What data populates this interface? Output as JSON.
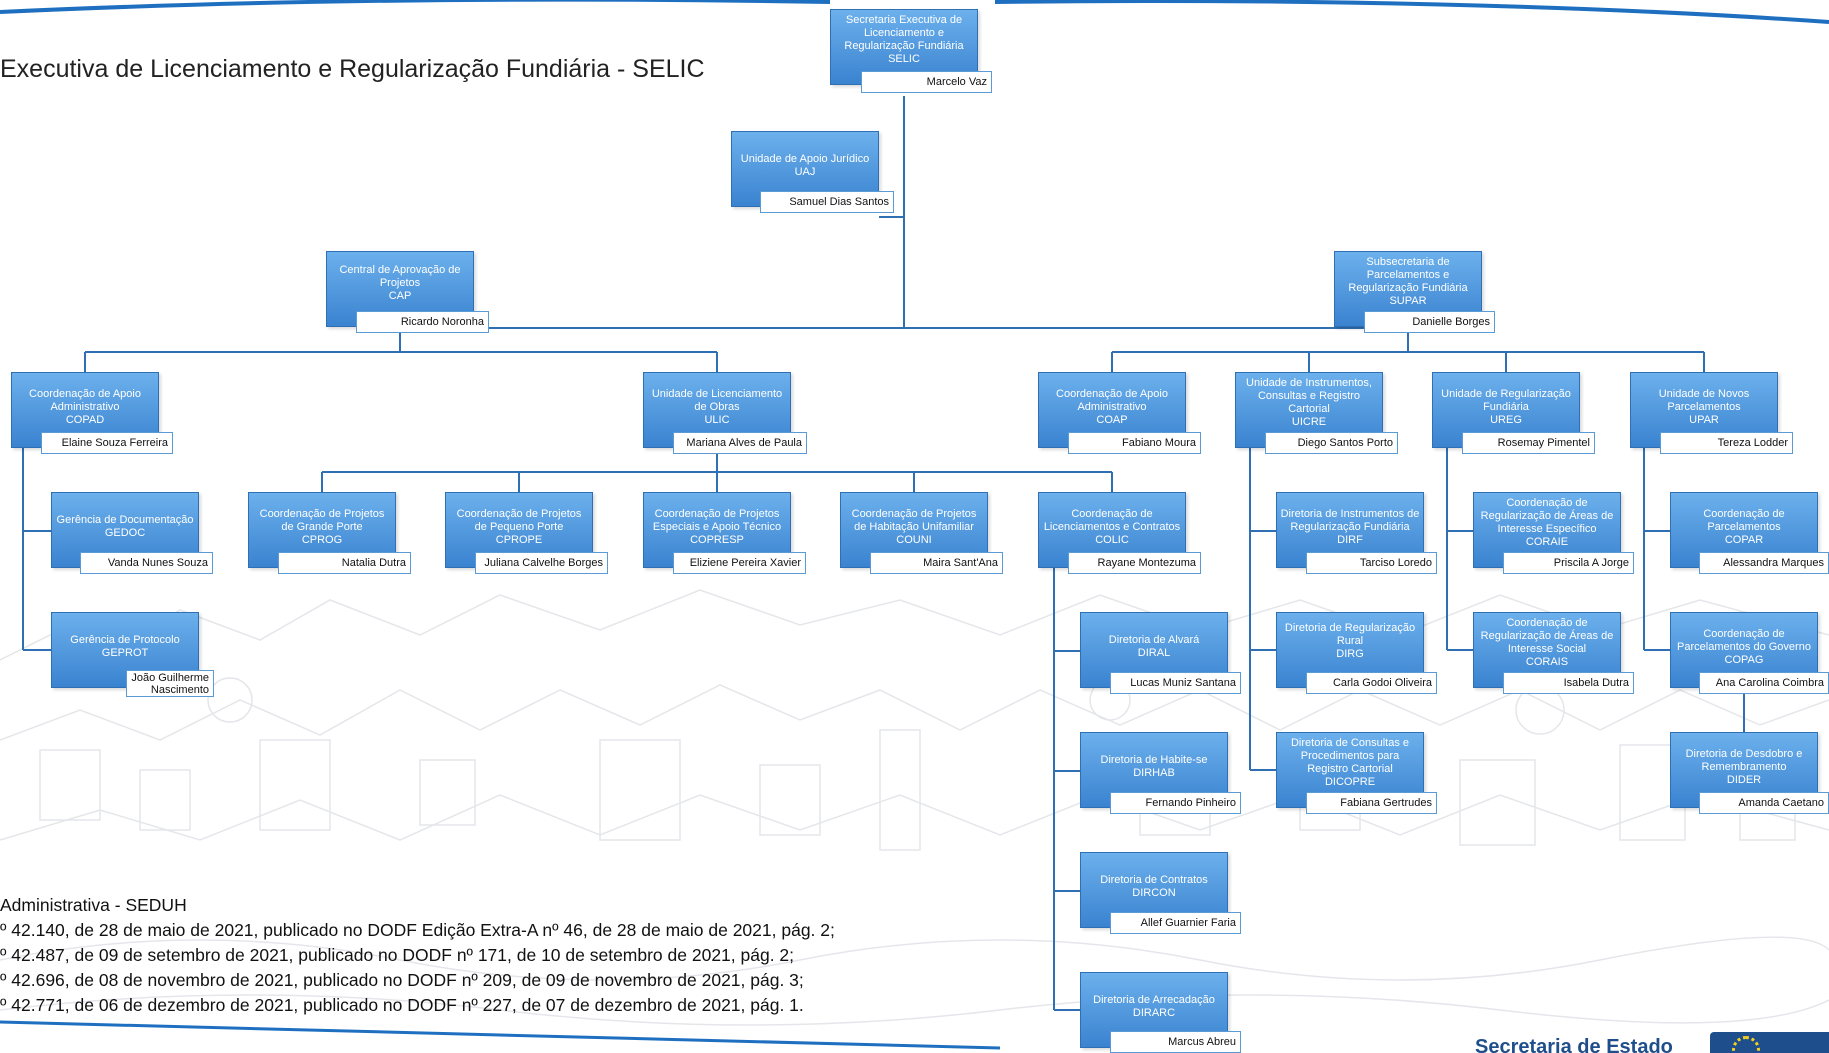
{
  "page_title": "Executiva de Licenciamento e Regularização Fundiária - SELIC",
  "boxes": [
    {
      "id": "selic",
      "name": "Secretaria Executiva de Licenciamento e Regularização Fundiária",
      "abbr": "SELIC",
      "person": "Marcelo Vaz"
    },
    {
      "id": "uaj",
      "name": "Unidade de Apoio Jurídico",
      "abbr": "UAJ",
      "person": "Samuel Dias Santos"
    },
    {
      "id": "cap",
      "name": "Central de Aprovação de Projetos",
      "abbr": "CAP",
      "person": "Ricardo Noronha"
    },
    {
      "id": "supar",
      "name": "Subsecretaria de Parcelamentos e Regularização Fundiária",
      "abbr": "SUPAR",
      "person": "Danielle Borges"
    },
    {
      "id": "copad",
      "name": "Coordenação de Apoio Administrativo",
      "abbr": "COPAD",
      "person": "Elaine Souza Ferreira"
    },
    {
      "id": "ulic",
      "name": "Unidade de Licenciamento de Obras",
      "abbr": "ULIC",
      "person": "Mariana Alves de Paula"
    },
    {
      "id": "coap",
      "name": "Coordenação de Apoio Administrativo",
      "abbr": "COAP",
      "person": "Fabiano Moura"
    },
    {
      "id": "uicre",
      "name": "Unidade de Instrumentos, Consultas e Registro Cartorial",
      "abbr": "UICRE",
      "person": "Diego Santos Porto"
    },
    {
      "id": "ureg",
      "name": "Unidade de Regularização Fundiária",
      "abbr": "UREG",
      "person": "Rosemay Pimentel"
    },
    {
      "id": "upar",
      "name": "Unidade de Novos Parcelamentos",
      "abbr": "UPAR",
      "person": "Tereza Lodder"
    },
    {
      "id": "gedoc",
      "name": "Gerência de Documentação",
      "abbr": "GEDOC",
      "person": "Vanda Nunes Souza"
    },
    {
      "id": "geprot",
      "name": "Gerência de Protocolo",
      "abbr": "GEPROT",
      "person": "João Guilherme Nascimento"
    },
    {
      "id": "cprog",
      "name": "Coordenação de Projetos de Grande Porte",
      "abbr": "CPROG",
      "person": "Natalia Dutra"
    },
    {
      "id": "cprope",
      "name": "Coordenação de Projetos de Pequeno Porte",
      "abbr": "CPROPE",
      "person": "Juliana Calvelhe Borges"
    },
    {
      "id": "copresp",
      "name": "Coordenação de Projetos Especiais e Apoio Técnico",
      "abbr": "COPRESP",
      "person": "Eliziene Pereira Xavier"
    },
    {
      "id": "couni",
      "name": "Coordenação de Projetos de Habitação Unifamiliar",
      "abbr": "COUNI",
      "person": "Maira Sant'Ana"
    },
    {
      "id": "colic",
      "name": "Coordenação de Licenciamentos e Contratos",
      "abbr": "COLIC",
      "person": "Rayane Montezuma"
    },
    {
      "id": "diral",
      "name": "Diretoria de Alvará",
      "abbr": "DIRAL",
      "person": "Lucas Muniz Santana"
    },
    {
      "id": "dirhab",
      "name": "Diretoria de Habite-se",
      "abbr": "DIRHAB",
      "person": "Fernando Pinheiro"
    },
    {
      "id": "dircon",
      "name": "Diretoria de Contratos",
      "abbr": "DIRCON",
      "person": "Allef Guarnier Faria"
    },
    {
      "id": "dirarc",
      "name": "Diretoria de Arrecadação",
      "abbr": "DIRARC",
      "person": "Marcus Abreu"
    },
    {
      "id": "dirf",
      "name": "Diretoria de Instrumentos de Regularização Fundiária",
      "abbr": "DIRF",
      "person": "Tarciso Loredo"
    },
    {
      "id": "dirg",
      "name": "Diretoria de Regularização Rural",
      "abbr": "DIRG",
      "person": "Carla Godoi Oliveira"
    },
    {
      "id": "dicopre",
      "name": "Diretoria de Consultas e Procedimentos para Registro Cartorial",
      "abbr": "DICOPRE",
      "person": "Fabiana Gertrudes"
    },
    {
      "id": "coraie",
      "name": "Coordenação de Regularização de Áreas de Interesse Específico",
      "abbr": "CORAIE",
      "person": "Priscila A Jorge"
    },
    {
      "id": "corais",
      "name": "Coordenação de Regularização de Áreas de Interesse Social",
      "abbr": "CORAIS",
      "person": "Isabela Dutra"
    },
    {
      "id": "copar",
      "name": "Coordenação de Parcelamentos",
      "abbr": "COPAR",
      "person": "Alessandra Marques"
    },
    {
      "id": "copag",
      "name": "Coordenação de Parcelamentos do Governo",
      "abbr": "COPAG",
      "person": "Ana Carolina Coimbra"
    },
    {
      "id": "dider",
      "name": "Diretoria de Desdobro e Remembramento",
      "abbr": "DIDER",
      "person": "Amanda Caetano"
    }
  ],
  "notes": [
    "Administrativa - SEDUH",
    "º 42.140, de 28 de maio de 2021, publicado no DODF Edição Extra-A nº 46, de 28 de maio de 2021, pág. 2;",
    "º 42.487, de 09 de setembro de 2021, publicado no DODF nº 171, de 10 de setembro de 2021, pág. 2;",
    "º 42.696, de 08 de novembro de 2021, publicado no DODF nº 209, de 09 de novembro de 2021, pág. 3;",
    "º 42.771, de 06 de dezembro de 2021, publicado no DODF nº 227, de 07 de dezembro de 2021, pág. 1."
  ],
  "footer": {
    "org_text": "Secretaria de Estado"
  },
  "colors": {
    "box_top": "#6cb0ec",
    "box_bottom": "#3a83d0",
    "connector": "#2f6fb3",
    "frame_line": "#1f6fc1"
  }
}
